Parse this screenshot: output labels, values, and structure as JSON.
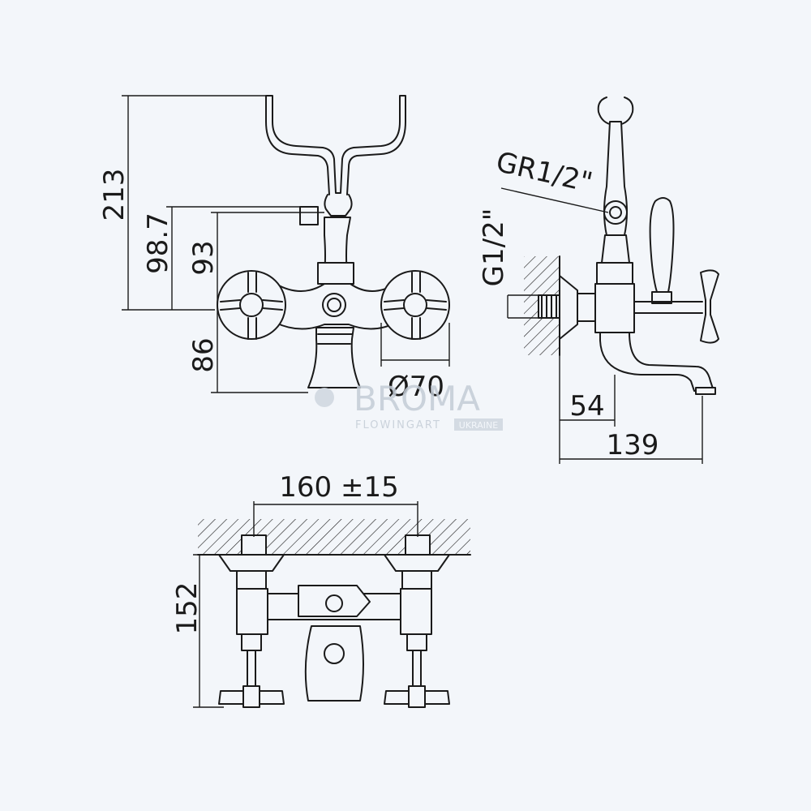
{
  "dimensions": {
    "front": {
      "overall_height": "213",
      "spout_height": "98.7",
      "lever_height": "93",
      "base_height": "86",
      "handle_diameter": "Ø70"
    },
    "side": {
      "shower_connection": "GR1/2\"",
      "wall_connection": "G1/2\"",
      "body_projection": "54",
      "total_projection": "139"
    },
    "top": {
      "center_distance": "160 ±15",
      "depth": "152"
    }
  },
  "watermark": {
    "brand": "BROMA",
    "tagline": "FLOWINGART",
    "region": "UKRAINE"
  },
  "colors": {
    "background": "#f3f6fa",
    "line": "#1a1a1a",
    "watermark": "#c4ccd6"
  }
}
